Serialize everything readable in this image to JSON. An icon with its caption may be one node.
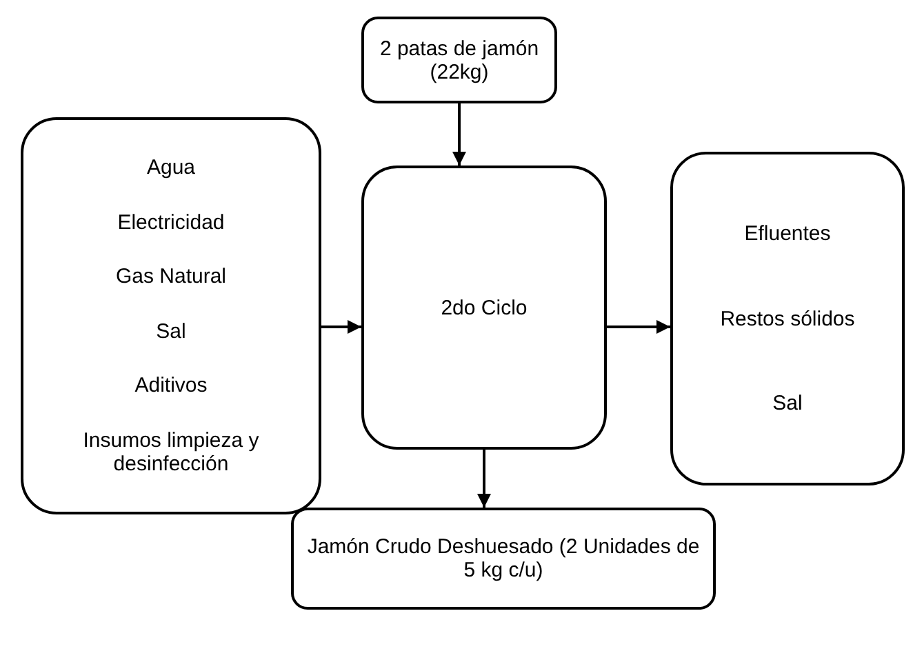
{
  "diagram": {
    "nodes": [
      {
        "text": [
          "2 patas de jamón (22kg)"
        ]
      },
      {
        "text": [
          "Agua",
          "Electricidad",
          "Gas Natural",
          "Sal",
          "Aditivos",
          "Insumos limpieza y desinfección"
        ]
      },
      {
        "text": [
          "2do Ciclo"
        ]
      },
      {
        "text": [
          "Efluentes",
          "Restos sólidos",
          "Sal"
        ]
      },
      {
        "text": [
          "Jamón Crudo Deshuesado (2 Unidades de 5 kg c/u)"
        ]
      }
    ],
    "edges": [
      {
        "from": 0,
        "to": 2,
        "arrow": "to"
      },
      {
        "from": 1,
        "to": 2,
        "arrow": "to"
      },
      {
        "from": 2,
        "to": 3,
        "arrow": "to"
      },
      {
        "from": 2,
        "to": 4,
        "arrow": "to"
      }
    ]
  }
}
